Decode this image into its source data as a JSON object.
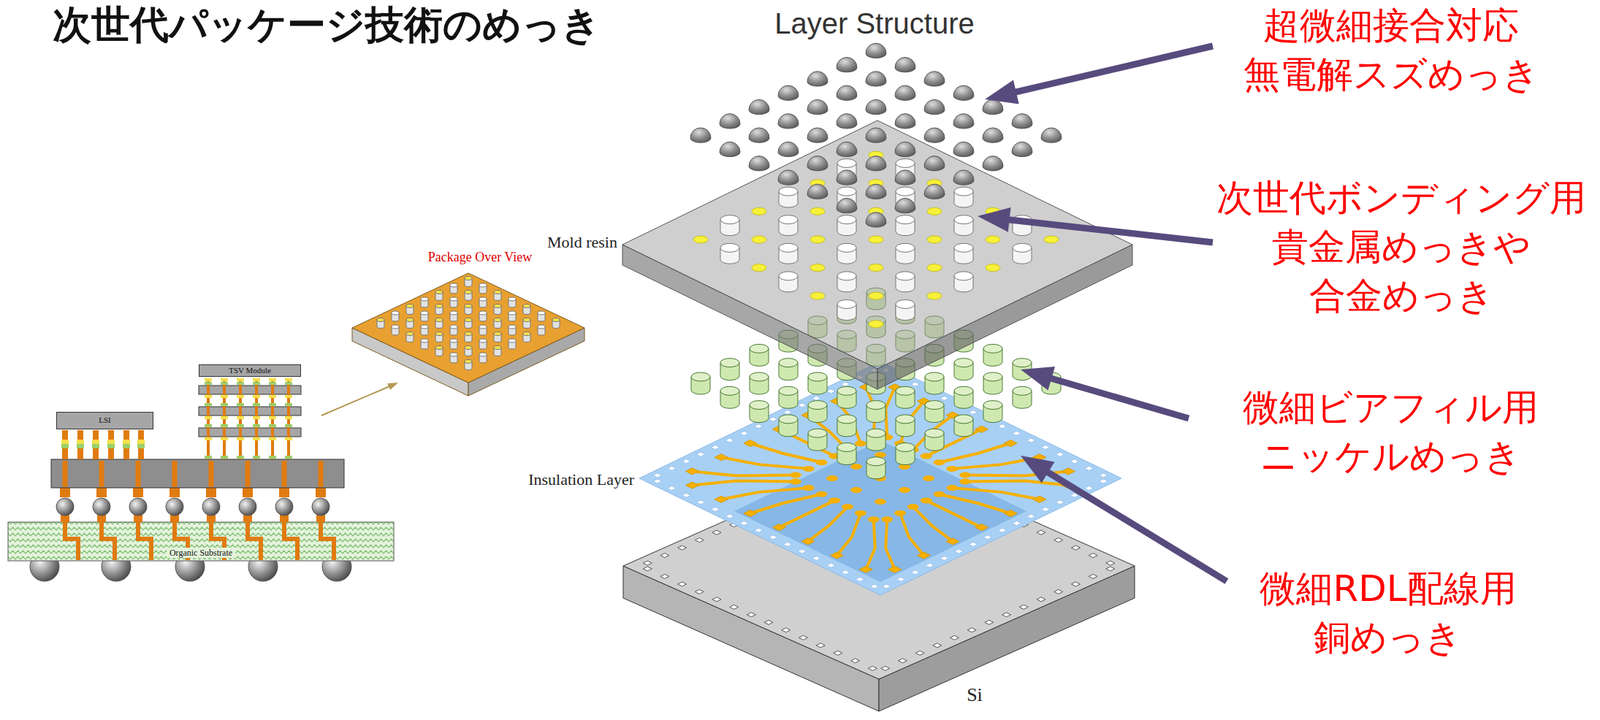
{
  "diagram": {
    "title": "次世代パッケージ技術のめっき",
    "nodes": [
      {
        "text": [
          "TSV Module"
        ]
      },
      {
        "text": [
          "LSI"
        ]
      },
      {
        "text": [
          "Organic Substrate"
        ]
      }
    ],
    "labels": [
      "Layer Structure",
      "超微細接合対応 無電解スズめっき",
      "次世代ボンディング用 貴金属めっきや 合金めっき",
      "Mold resin",
      "Package Over View",
      "微細ビアフィル用 ニッケルめっき",
      "Insulation Layer",
      "微細RDL配線用 銅めっき",
      "Si"
    ]
  }
}
